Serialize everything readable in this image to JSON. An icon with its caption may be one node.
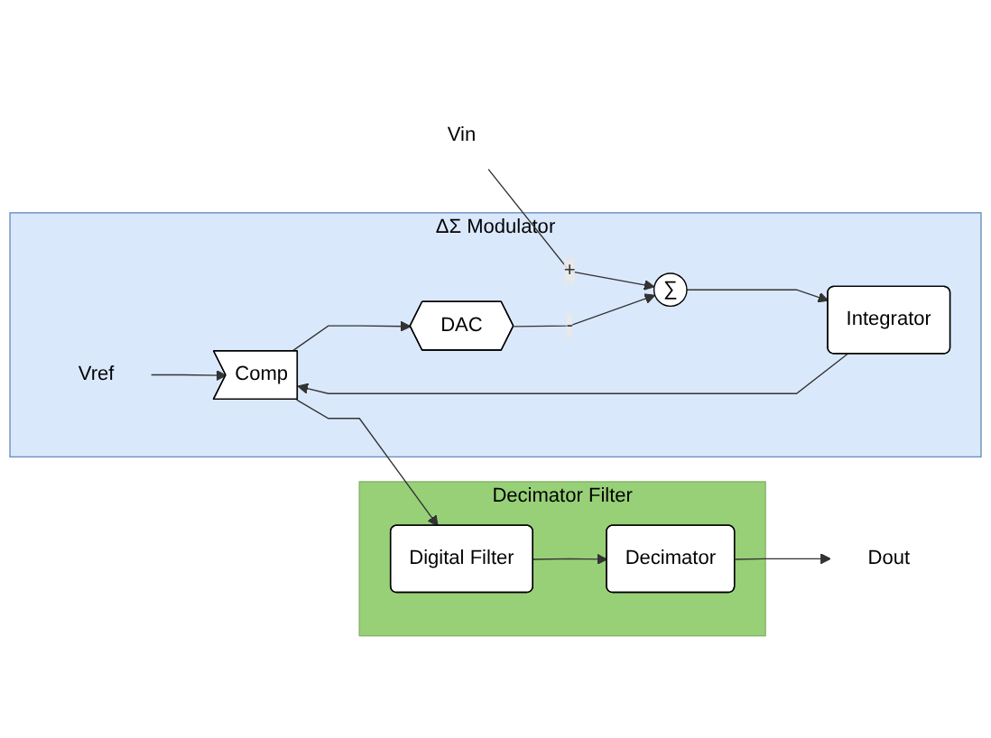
{
  "diagram": {
    "nodes": [
      {
        "text": [
          "ΔΣ Modulator"
        ]
      },
      {
        "text": [
          "Vref"
        ],
        "in": 0
      },
      {
        "text": [
          "Vin"
        ]
      },
      {
        "text": [
          "∑"
        ],
        "in": 0
      },
      {
        "text": [
          "Integrator"
        ],
        "in": 0
      },
      {
        "text": [
          "Comp"
        ],
        "in": 0
      },
      {
        "text": [
          "DAC"
        ],
        "in": 0
      },
      {
        "text": [
          "Decimator Filter"
        ]
      },
      {
        "text": [
          "Dout"
        ]
      },
      {
        "text": [
          "Decimator"
        ],
        "in": 7
      },
      {
        "text": [
          "Digital Filter"
        ],
        "in": 7
      }
    ],
    "edges": [
      {
        "from": 2,
        "to": 3,
        "arrow": "to",
        "label": "+"
      },
      {
        "from": 3,
        "to": 4,
        "arrow": "to"
      },
      {
        "from": 4,
        "to": 5,
        "arrow": "to"
      },
      {
        "from": 1,
        "to": 5,
        "arrow": "to"
      },
      {
        "from": 5,
        "to": 6,
        "arrow": "to"
      },
      {
        "from": 6,
        "to": 3,
        "arrow": "to",
        "label": "-"
      },
      {
        "from": 5,
        "to": 10,
        "arrow": "to"
      },
      {
        "from": 10,
        "to": 9,
        "arrow": "to"
      },
      {
        "from": 9,
        "to": 8,
        "arrow": "to"
      }
    ]
  }
}
